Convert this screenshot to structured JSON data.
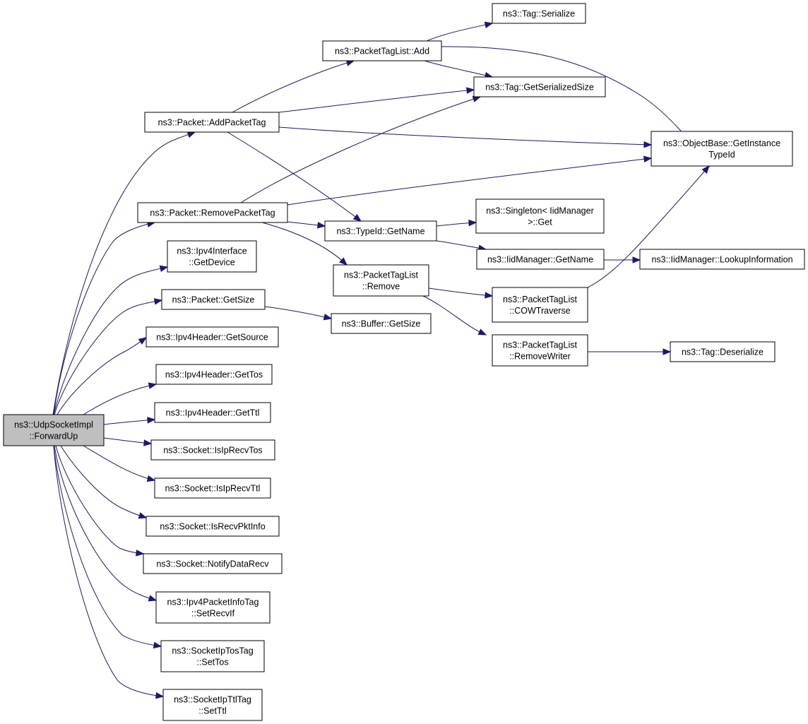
{
  "graph": {
    "nodes": [
      {
        "id": "udp_forwardup",
        "lines": [
          "ns3::UdpSocketImpl",
          "::ForwardUp"
        ],
        "highlighted": true
      },
      {
        "id": "packet_addpackettag",
        "lines": [
          "ns3::Packet::AddPacketTag"
        ]
      },
      {
        "id": "packet_removepackettag",
        "lines": [
          "ns3::Packet::RemovePacketTag"
        ]
      },
      {
        "id": "ipv4interface_getdevice",
        "lines": [
          "ns3::Ipv4Interface",
          "::GetDevice"
        ]
      },
      {
        "id": "packet_getsize",
        "lines": [
          "ns3::Packet::GetSize"
        ]
      },
      {
        "id": "ipv4header_getsource",
        "lines": [
          "ns3::Ipv4Header::GetSource"
        ]
      },
      {
        "id": "ipv4header_gettos",
        "lines": [
          "ns3::Ipv4Header::GetTos"
        ]
      },
      {
        "id": "ipv4header_getttl",
        "lines": [
          "ns3::Ipv4Header::GetTtl"
        ]
      },
      {
        "id": "socket_isiprecvtos",
        "lines": [
          "ns3::Socket::IsIpRecvTos"
        ]
      },
      {
        "id": "socket_isiprecvttl",
        "lines": [
          "ns3::Socket::IsIpRecvTtl"
        ]
      },
      {
        "id": "socket_isrecvpktinfo",
        "lines": [
          "ns3::Socket::IsRecvPktInfo"
        ]
      },
      {
        "id": "socket_notifydatarecv",
        "lines": [
          "ns3::Socket::NotifyDataRecv"
        ]
      },
      {
        "id": "ipv4packetinfotag_setrecvif",
        "lines": [
          "ns3::Ipv4PacketInfoTag",
          "::SetRecvIf"
        ]
      },
      {
        "id": "socketiptostag_settos",
        "lines": [
          "ns3::SocketIpTosTag",
          "::SetTos"
        ]
      },
      {
        "id": "socketipttltag_setttl",
        "lines": [
          "ns3::SocketIpTtlTag",
          "::SetTtl"
        ]
      },
      {
        "id": "packettaglist_add",
        "lines": [
          "ns3::PacketTagList::Add"
        ]
      },
      {
        "id": "tag_getserializedsize",
        "lines": [
          "ns3::Tag::GetSerializedSize"
        ]
      },
      {
        "id": "objectbase_getinstancetypeid",
        "lines": [
          "ns3::ObjectBase::GetInstance",
          "TypeId"
        ]
      },
      {
        "id": "typeid_getname",
        "lines": [
          "ns3::TypeId::GetName"
        ]
      },
      {
        "id": "tag_serialize",
        "lines": [
          "ns3::Tag::Serialize"
        ]
      },
      {
        "id": "packettaglist_remove",
        "lines": [
          "ns3::PacketTagList",
          "::Remove"
        ]
      },
      {
        "id": "singleton_get",
        "lines": [
          "ns3::Singleton< IidManager",
          " >::Get"
        ]
      },
      {
        "id": "iidmanager_getname",
        "lines": [
          "ns3::IidManager::GetName"
        ]
      },
      {
        "id": "iidmanager_lookupinformation",
        "lines": [
          "ns3::IidManager::LookupInformation"
        ]
      },
      {
        "id": "packettaglist_cowtraverse",
        "lines": [
          "ns3::PacketTagList",
          "::COWTraverse"
        ]
      },
      {
        "id": "packettaglist_removewriter",
        "lines": [
          "ns3::PacketTagList",
          "::RemoveWriter"
        ]
      },
      {
        "id": "tag_deserialize",
        "lines": [
          "ns3::Tag::Deserialize"
        ]
      },
      {
        "id": "buffer_getsize",
        "lines": [
          "ns3::Buffer::GetSize"
        ]
      }
    ],
    "edges": [
      {
        "from": "udp_forwardup",
        "to": "packet_addpackettag"
      },
      {
        "from": "udp_forwardup",
        "to": "packet_removepackettag"
      },
      {
        "from": "udp_forwardup",
        "to": "ipv4interface_getdevice"
      },
      {
        "from": "udp_forwardup",
        "to": "packet_getsize"
      },
      {
        "from": "udp_forwardup",
        "to": "ipv4header_getsource"
      },
      {
        "from": "udp_forwardup",
        "to": "ipv4header_gettos"
      },
      {
        "from": "udp_forwardup",
        "to": "ipv4header_getttl"
      },
      {
        "from": "udp_forwardup",
        "to": "socket_isiprecvtos"
      },
      {
        "from": "udp_forwardup",
        "to": "socket_isiprecvttl"
      },
      {
        "from": "udp_forwardup",
        "to": "socket_isrecvpktinfo"
      },
      {
        "from": "udp_forwardup",
        "to": "socket_notifydatarecv"
      },
      {
        "from": "udp_forwardup",
        "to": "ipv4packetinfotag_setrecvif"
      },
      {
        "from": "udp_forwardup",
        "to": "socketiptostag_settos"
      },
      {
        "from": "udp_forwardup",
        "to": "socketipttltag_setttl"
      },
      {
        "from": "packet_addpackettag",
        "to": "packettaglist_add"
      },
      {
        "from": "packet_addpackettag",
        "to": "tag_getserializedsize"
      },
      {
        "from": "packet_addpackettag",
        "to": "objectbase_getinstancetypeid"
      },
      {
        "from": "packet_addpackettag",
        "to": "typeid_getname"
      },
      {
        "from": "packettaglist_add",
        "to": "tag_serialize"
      },
      {
        "from": "packettaglist_add",
        "to": "tag_getserializedsize"
      },
      {
        "from": "packettaglist_add",
        "to": "objectbase_getinstancetypeid"
      },
      {
        "from": "packet_removepackettag",
        "to": "tag_getserializedsize"
      },
      {
        "from": "packet_removepackettag",
        "to": "objectbase_getinstancetypeid"
      },
      {
        "from": "packet_removepackettag",
        "to": "typeid_getname"
      },
      {
        "from": "packet_removepackettag",
        "to": "packettaglist_remove"
      },
      {
        "from": "typeid_getname",
        "to": "singleton_get"
      },
      {
        "from": "typeid_getname",
        "to": "iidmanager_getname"
      },
      {
        "from": "iidmanager_getname",
        "to": "iidmanager_lookupinformation"
      },
      {
        "from": "packettaglist_remove",
        "to": "packettaglist_cowtraverse"
      },
      {
        "from": "packettaglist_remove",
        "to": "packettaglist_removewriter"
      },
      {
        "from": "packettaglist_cowtraverse",
        "to": "objectbase_getinstancetypeid"
      },
      {
        "from": "packettaglist_removewriter",
        "to": "tag_deserialize"
      },
      {
        "from": "packet_getsize",
        "to": "buffer_getsize"
      }
    ]
  }
}
